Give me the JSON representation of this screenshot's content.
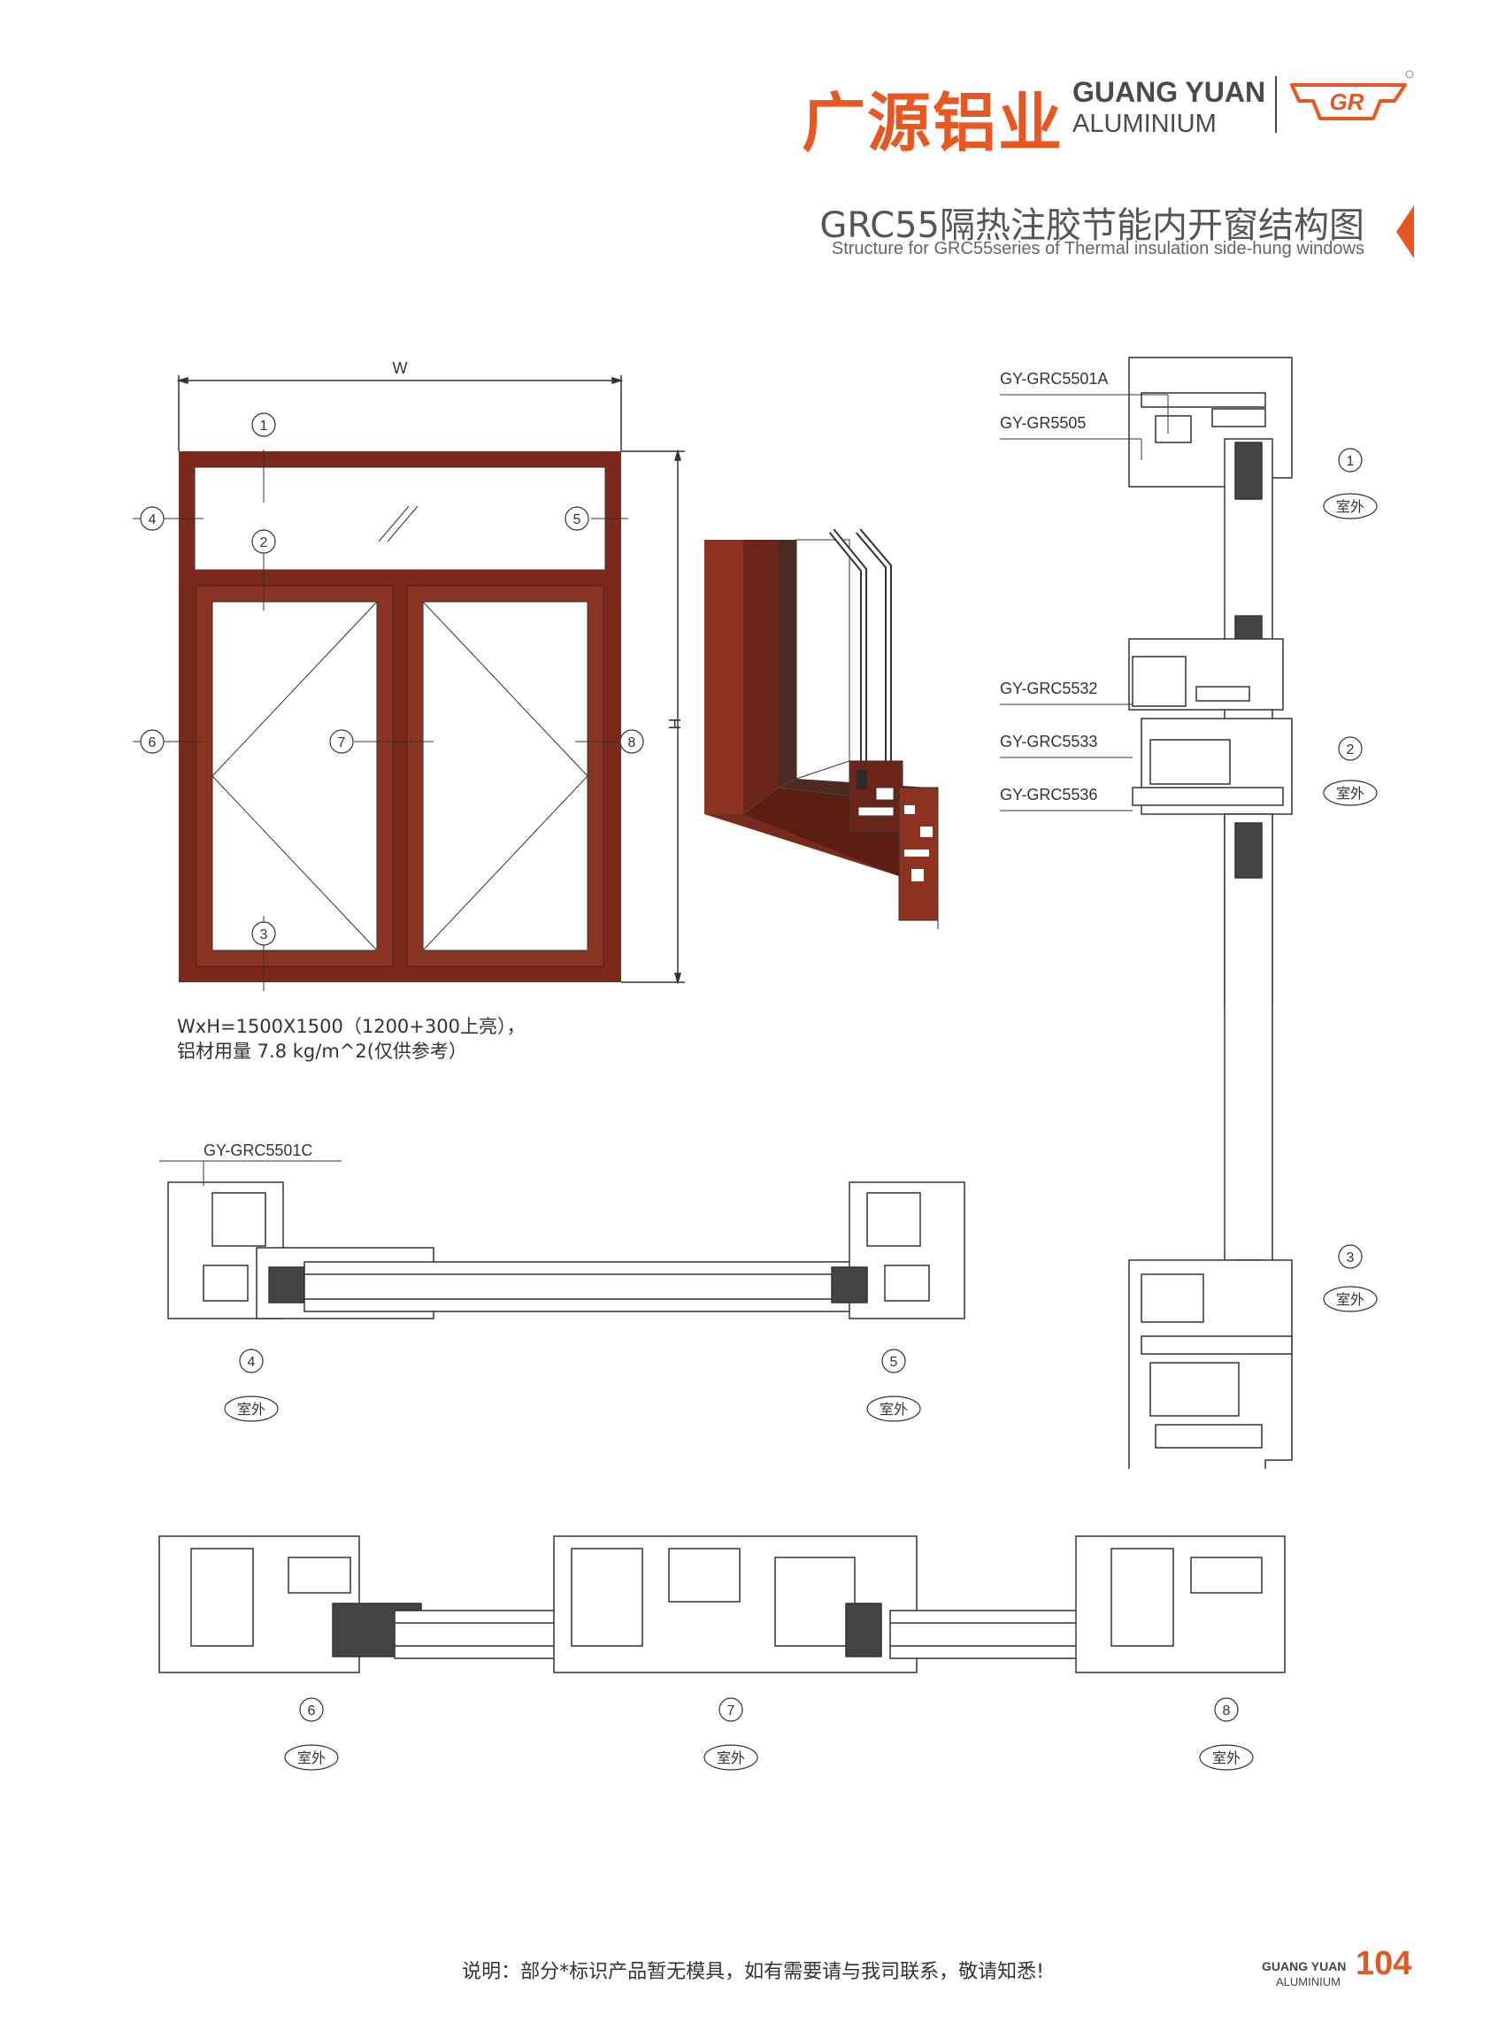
{
  "header": {
    "brand_cn": "广源铝业",
    "brand_en_line1": "GUANG YUAN",
    "brand_en_line2": "ALUMINIUM",
    "logo_text": "GR",
    "title_cn": "GRC55隔热注胶节能内开窗结构图",
    "title_en": "Structure for GRC55series of Thermal insulation side-hung windows"
  },
  "elevation": {
    "width_label": "W",
    "height_label": "H",
    "markers": [
      "1",
      "2",
      "3",
      "4",
      "5",
      "6",
      "7",
      "8"
    ],
    "note_line1": "WxH=1500X1500（1200+300上亮），",
    "note_line2": "铝材用量 7.8 kg/m^2(仅供参考）"
  },
  "profiles": {
    "vertical": [
      "GY-GRC5501A",
      "GY-GR5505",
      "GY-GRC5532",
      "GY-GRC5533",
      "GY-GRC5536"
    ],
    "horizontal": [
      "GY-GRC5501C"
    ]
  },
  "outdoor_label": "室外",
  "footer": {
    "note": "说明：部分*标识产品暂无模具，如有需要请与我司联系，敬请知悉!",
    "brand_line1": "GUANG YUAN",
    "brand_line2": "ALUMINIUM",
    "page_number": "104"
  },
  "colors": {
    "brand_orange": "#e8571f",
    "frame_brown": "#7a2a1c",
    "line": "#333333"
  }
}
